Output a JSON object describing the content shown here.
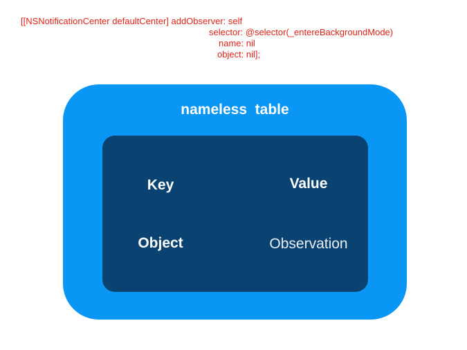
{
  "code": {
    "line1": "[[NSNotificationCenter defaultCenter] addObserver: self",
    "line2": "selector: @selector(_entereBackgroundMode)",
    "line3": "name: nil",
    "line4": "object: nil];"
  },
  "diagram": {
    "outer_title": "nameless  table",
    "key_header": "Key",
    "value_header": "Value",
    "key_cell": "Object",
    "value_cell": "Observation"
  },
  "colors": {
    "code_text": "#e0231a",
    "outer_table": "#0a96f5",
    "inner_table": "#0a4271",
    "label_text": "#ffffff"
  }
}
